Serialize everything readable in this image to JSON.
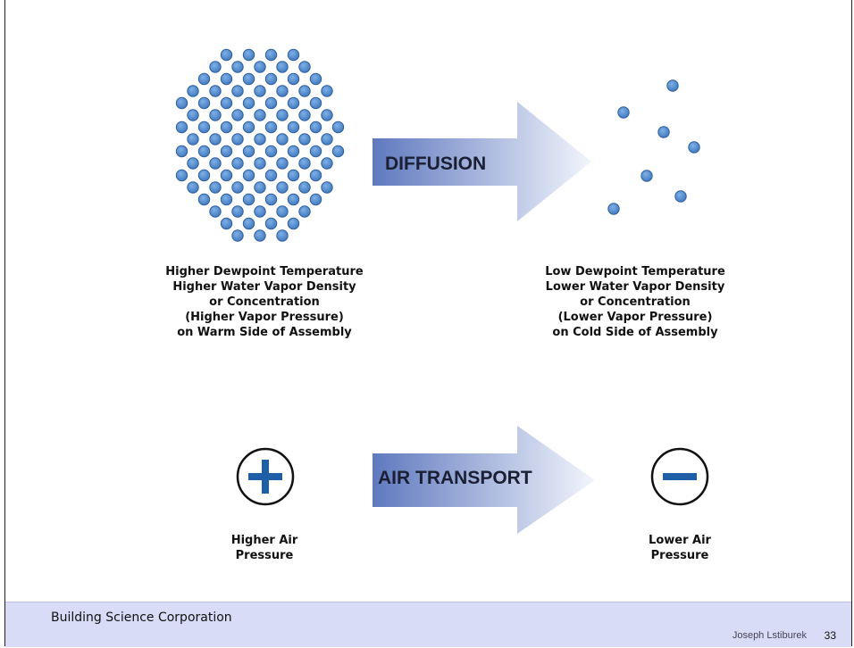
{
  "diffusion": {
    "label": "DIFFUSION",
    "high_side": [
      "Higher Dewpoint Temperature",
      "Higher Water Vapor Density",
      "or Concentration",
      "(Higher Vapor Pressure)",
      "on Warm Side of Assembly"
    ],
    "low_side": [
      "Low Dewpoint Temperature",
      "Lower Water Vapor Density",
      "or Concentration",
      "(Lower Vapor Pressure)",
      "on Cold Side of Assembly"
    ]
  },
  "air_transport": {
    "label": "AIR TRANSPORT",
    "high_side": [
      "Higher Air",
      "Pressure"
    ],
    "low_side": [
      "Lower Air",
      "Pressure"
    ],
    "high_icon": "plus-circle-icon",
    "low_icon": "minus-circle-icon"
  },
  "footer": {
    "company": "Building Science Corporation",
    "author": "Joseph Lstiburek",
    "page": "33"
  },
  "colors": {
    "molecule_fill": "#4f86c6",
    "molecule_stroke": "#2f5f9e",
    "arrow_dark": "#6b84c6",
    "arrow_light": "#f2f5fc",
    "sign_blue": "#1e5fa8",
    "footer_bg": "#d9dcf6"
  }
}
